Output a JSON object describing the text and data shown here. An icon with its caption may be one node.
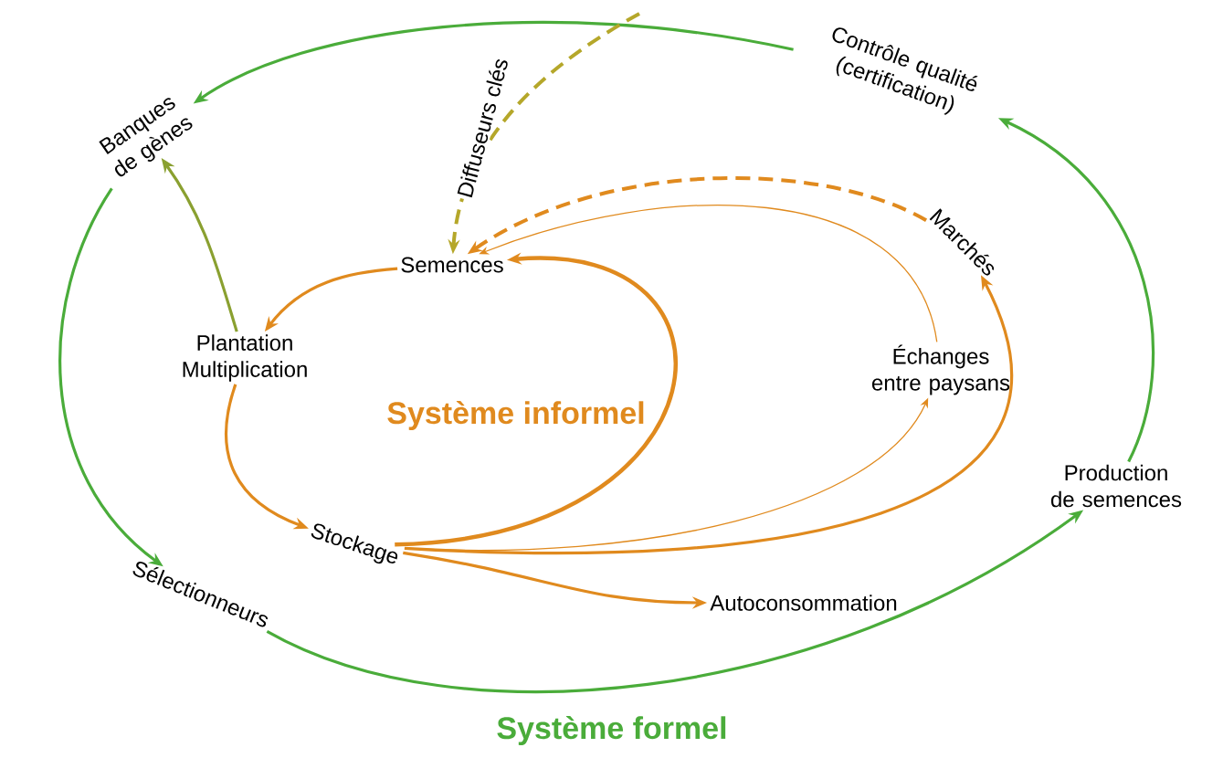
{
  "diagram": {
    "nodes": [
      {
        "text": [
          "Banques de gènes"
        ]
      },
      {
        "text": [
          "Contrôle qualité (certification)"
        ]
      },
      {
        "text": [
          "Semences"
        ]
      },
      {
        "text": [
          "Marchés"
        ]
      },
      {
        "text": [
          "Plantation Multiplication"
        ]
      },
      {
        "text": [
          "Échanges entre paysans"
        ]
      },
      {
        "text": [
          "Production de semences"
        ]
      },
      {
        "text": [
          "Stockage"
        ]
      },
      {
        "text": [
          "Autoconsommation"
        ]
      },
      {
        "text": [
          "Sélectionneurs"
        ]
      }
    ],
    "edges": [
      {
        "from": 1,
        "to": 0,
        "arrow": "to",
        "color": "#4aac3a"
      },
      {
        "from": null,
        "to": 2,
        "arrow": "to",
        "label": "Diffuseurs clés",
        "style": "dashed",
        "color": "#b5a72a"
      },
      {
        "from": 3,
        "to": 2,
        "arrow": "to",
        "style": "dashed"
      },
      {
        "from": 5,
        "to": 2,
        "arrow": "to"
      },
      {
        "from": 2,
        "to": 4,
        "arrow": "to"
      },
      {
        "from": 4,
        "to": 0,
        "arrow": "to",
        "color": "#8aa030"
      },
      {
        "from": 4,
        "to": 7,
        "arrow": "to"
      },
      {
        "from": 7,
        "to": 2,
        "arrow": "to"
      },
      {
        "from": 7,
        "to": 5,
        "arrow": "to"
      },
      {
        "from": 7,
        "to": 3,
        "arrow": "to"
      },
      {
        "from": 7,
        "to": 8,
        "arrow": "to"
      },
      {
        "from": 0,
        "to": 9,
        "arrow": "to",
        "color": "#4aac3a"
      },
      {
        "from": 9,
        "to": 6,
        "arrow": "to",
        "color": "#4aac3a"
      },
      {
        "from": 6,
        "to": 1,
        "arrow": "to",
        "color": "#4aac3a"
      }
    ],
    "labels": [
      "Système informel",
      "Système formel"
    ]
  }
}
